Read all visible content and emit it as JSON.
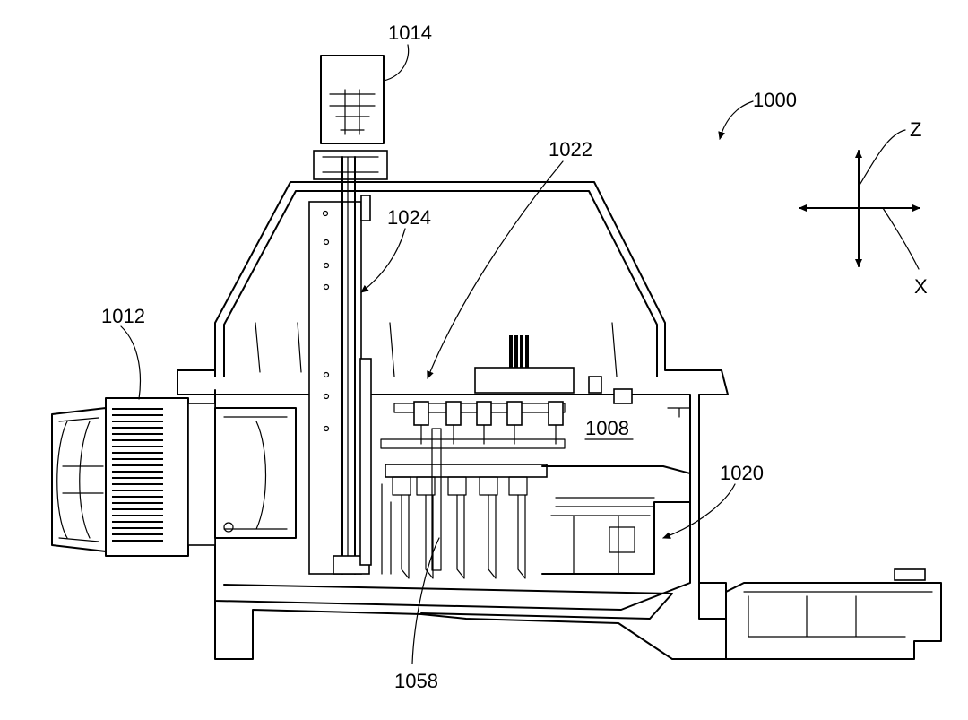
{
  "figure": {
    "labels": {
      "device": "1000",
      "top_module": "1014",
      "side_unit": "1012",
      "upper_arrow": "1022",
      "rail_arrow": "1024",
      "chamber": "1008",
      "tray": "1020",
      "tips": "1058"
    },
    "axes": {
      "vertical": "Z",
      "horizontal": "X"
    }
  }
}
